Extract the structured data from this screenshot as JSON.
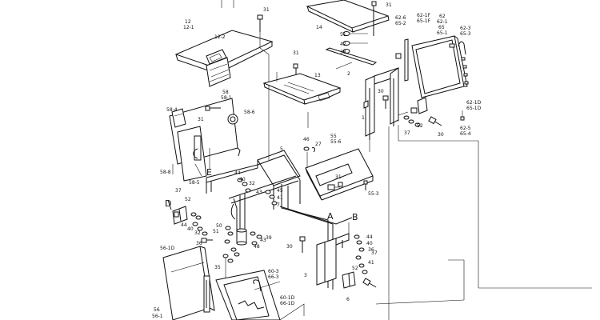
{
  "labels": {
    "p31a": "31",
    "p12": "12",
    "p12_1": "12-1",
    "p12_2": "12-2",
    "p31b": "31",
    "p13": "13",
    "p31c": "31",
    "p14": "14",
    "p51a": "51",
    "p42a": "42",
    "p38a": "38",
    "p2": "2",
    "p62_6": "62-6",
    "p65_2": "65-2",
    "p62_1f": "62-1F",
    "p65_1f": "65-1F",
    "p62": "62",
    "p62_1": "62-1",
    "p65": "65",
    "p65_1": "65-1",
    "p62_3": "62-3",
    "p65_3": "65-3",
    "p1": "1",
    "p30a": "30",
    "p62_1d": "62-1D",
    "p65_1d": "65-1D",
    "p52a": "52",
    "p37a": "37",
    "p30b": "30",
    "p62_5": "62-5",
    "p65_4": "65-4",
    "p58": "58",
    "p58_1": "58-1",
    "p58_6": "58-6",
    "p58_4": "58-4",
    "p31d": "31",
    "p58_8": "58-8",
    "p58_5": "58-5",
    "pE": "E",
    "p5": "5",
    "p46": "46",
    "p27": "27",
    "p55": "55",
    "p55_6": "55-6",
    "p44a": "44",
    "p40a": "40",
    "p32a": "32",
    "p31e": "31",
    "p55_3": "55-3",
    "p37b": "37",
    "p52b": "52",
    "p43a": "43",
    "p45": "45",
    "p41a": "41",
    "p7": "7",
    "pD": "D",
    "p44b": "44",
    "p40b": "40",
    "p32b": "32",
    "p36": "36",
    "p50": "50",
    "p51b": "51",
    "p43b": "43",
    "p39": "39",
    "p48": "48",
    "pA": "A",
    "pB": "B",
    "p44c": "44",
    "p40c": "40",
    "p36b": "36",
    "p30c": "30",
    "p37c": "37",
    "p41b": "41",
    "p52c": "52",
    "p35": "35",
    "p3": "3",
    "p6": "6",
    "p56_1d": "56-1D",
    "p56": "56",
    "p56_1": "56-1",
    "p60_3": "60-3",
    "p66_3": "66-3",
    "p60_1d": "60-1D",
    "p66_1d": "66-1D"
  }
}
